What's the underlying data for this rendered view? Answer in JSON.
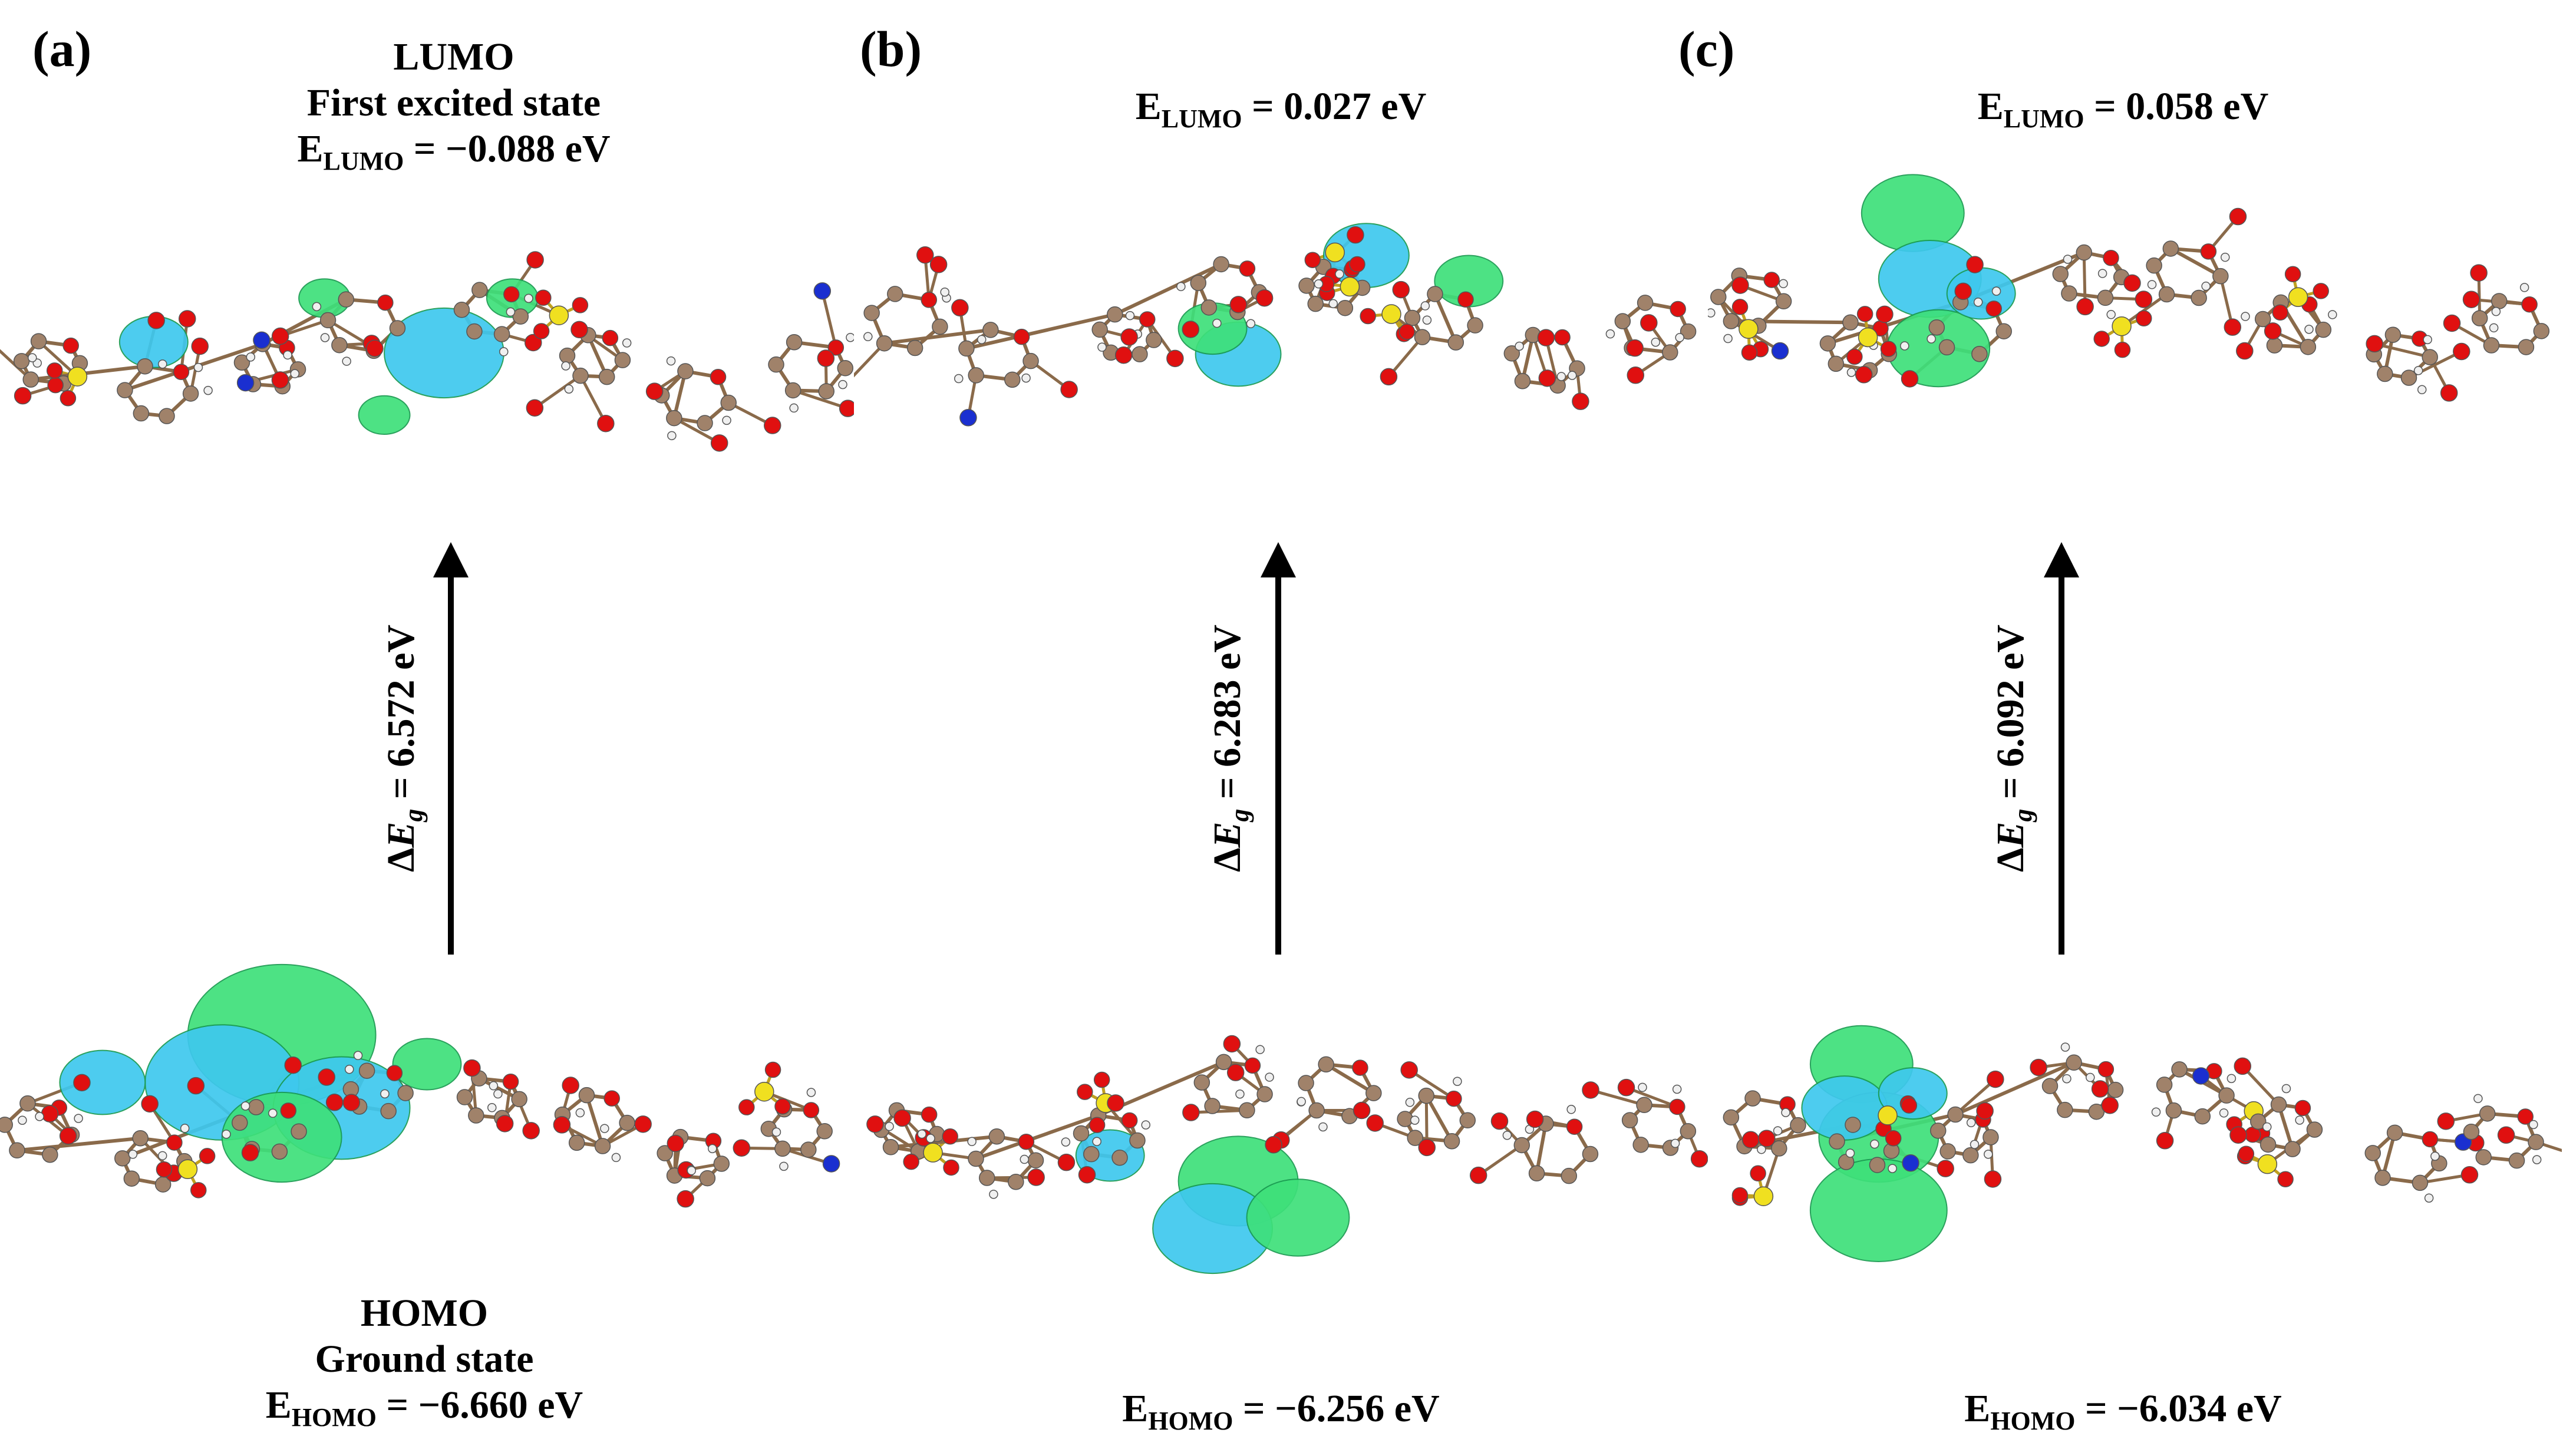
{
  "panels": [
    {
      "letter": "(a)",
      "lumo_title": "LUMO",
      "lumo_state": "First excited state",
      "lumo_energy_label": "E",
      "lumo_energy_sub": "LUMO",
      "lumo_energy_value": " = −0.088 eV",
      "gap_prefix": "Δ",
      "gap_symbol": "E",
      "gap_sub": "g",
      "gap_value": " = 6.572 eV",
      "homo_title": "HOMO",
      "homo_state": "Ground state",
      "homo_energy_label": "E",
      "homo_energy_sub": "HOMO",
      "homo_energy_value": " = −6.660 eV"
    },
    {
      "letter": "(b)",
      "lumo_energy_label": "E",
      "lumo_energy_sub": "LUMO",
      "lumo_energy_value": " = 0.027 eV",
      "gap_prefix": "Δ",
      "gap_symbol": "E",
      "gap_sub": "g",
      "gap_value": " = 6.283 eV",
      "homo_energy_label": "E",
      "homo_energy_sub": "HOMO",
      "homo_energy_value": " = −6.256 eV"
    },
    {
      "letter": "(c)",
      "lumo_energy_label": "E",
      "lumo_energy_sub": "LUMO",
      "lumo_energy_value": " = 0.058 eV",
      "gap_prefix": "Δ",
      "gap_symbol": "E",
      "gap_sub": "g",
      "gap_value": " = 6.092 eV",
      "homo_energy_label": "E",
      "homo_energy_sub": "HOMO",
      "homo_energy_value": " = −6.034 eV"
    }
  ],
  "colors": {
    "carbon": "#a0826a",
    "oxygen": "#e01010",
    "sulfur": "#f0e020",
    "nitrogen": "#1a2fd0",
    "hydrogen": "#f0f0f0",
    "orbital_positive": "#3ee07a",
    "orbital_negative": "#3ec8ee"
  }
}
